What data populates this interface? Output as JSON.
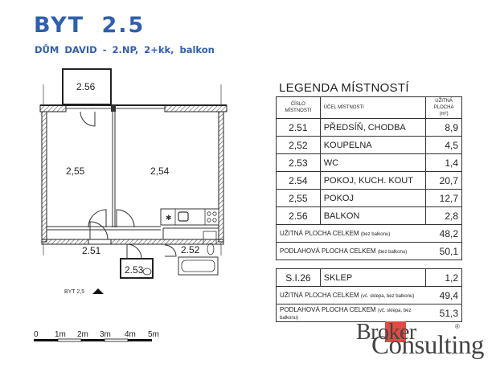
{
  "header": {
    "title": "BYT  2.5",
    "subtitle": "DŮM  DAVID  - 2.NP,  2+kk,  balkon"
  },
  "plan": {
    "rooms": [
      {
        "id": "2.56",
        "label": "2.56"
      },
      {
        "id": "2.55",
        "label": "2,55"
      },
      {
        "id": "2.54",
        "label": "2,54"
      },
      {
        "id": "2.51",
        "label": "2.51"
      },
      {
        "id": "2.52",
        "label": "2.52"
      },
      {
        "id": "2.53",
        "label": "2.53"
      }
    ],
    "entrance_label": "BYT 2,5",
    "scale": {
      "ticks": [
        "0",
        "1m",
        "2m",
        "3m",
        "4m",
        "5m"
      ]
    }
  },
  "legend": {
    "title": "LEGENDA MÍSTNOSTÍ",
    "headers": {
      "number": [
        "ČÍSLO",
        "MÍSTNOSTI"
      ],
      "purpose": "ÚČEL MÍSTNOSTI",
      "area": [
        "UŽITNÁ",
        "PLOCHA (m²)"
      ]
    },
    "rows": [
      {
        "number": "2.51",
        "purpose": "PŘEDSÍŇ,  CHODBA",
        "area": "8,9"
      },
      {
        "number": "2,52",
        "purpose": "KOUPELNA",
        "area": "4,5"
      },
      {
        "number": "2.53",
        "purpose": "WC",
        "area": "1,4"
      },
      {
        "number": "2.54",
        "purpose": "POKOJ,  KUCH.  KOUT",
        "area": "20,7"
      },
      {
        "number": "2,55",
        "purpose": "POKOJ",
        "area": "12,7"
      },
      {
        "number": "2.56",
        "purpose": "BALKON",
        "area": "2,8"
      }
    ],
    "totals": [
      {
        "label": "UŽITNÁ PLOCHA CELKEM",
        "note": "(bez balkonu)",
        "value": "48,2"
      },
      {
        "label": "PODLAHOVÁ PLOCHA CELKEM",
        "note": "(bez balkonu)",
        "value": "50,1"
      }
    ],
    "cellar": {
      "number": "S.I.26",
      "purpose": "SKLEP",
      "area": "1,2"
    },
    "totals_with_cellar": [
      {
        "label": "UŽITNÁ PLOCHA CELKEM",
        "note": "(vč. sklepa, bez balkonu)",
        "value": "49,4"
      },
      {
        "label": "PODLAHOVÁ PLOCHA CELKEM",
        "note": "(vč. sklepa, bez balkonu)",
        "value": "51,3"
      }
    ]
  },
  "logo": {
    "line1": "Broker",
    "line2": "Consulting",
    "registered": "®",
    "accent_color": "#e34a44"
  }
}
